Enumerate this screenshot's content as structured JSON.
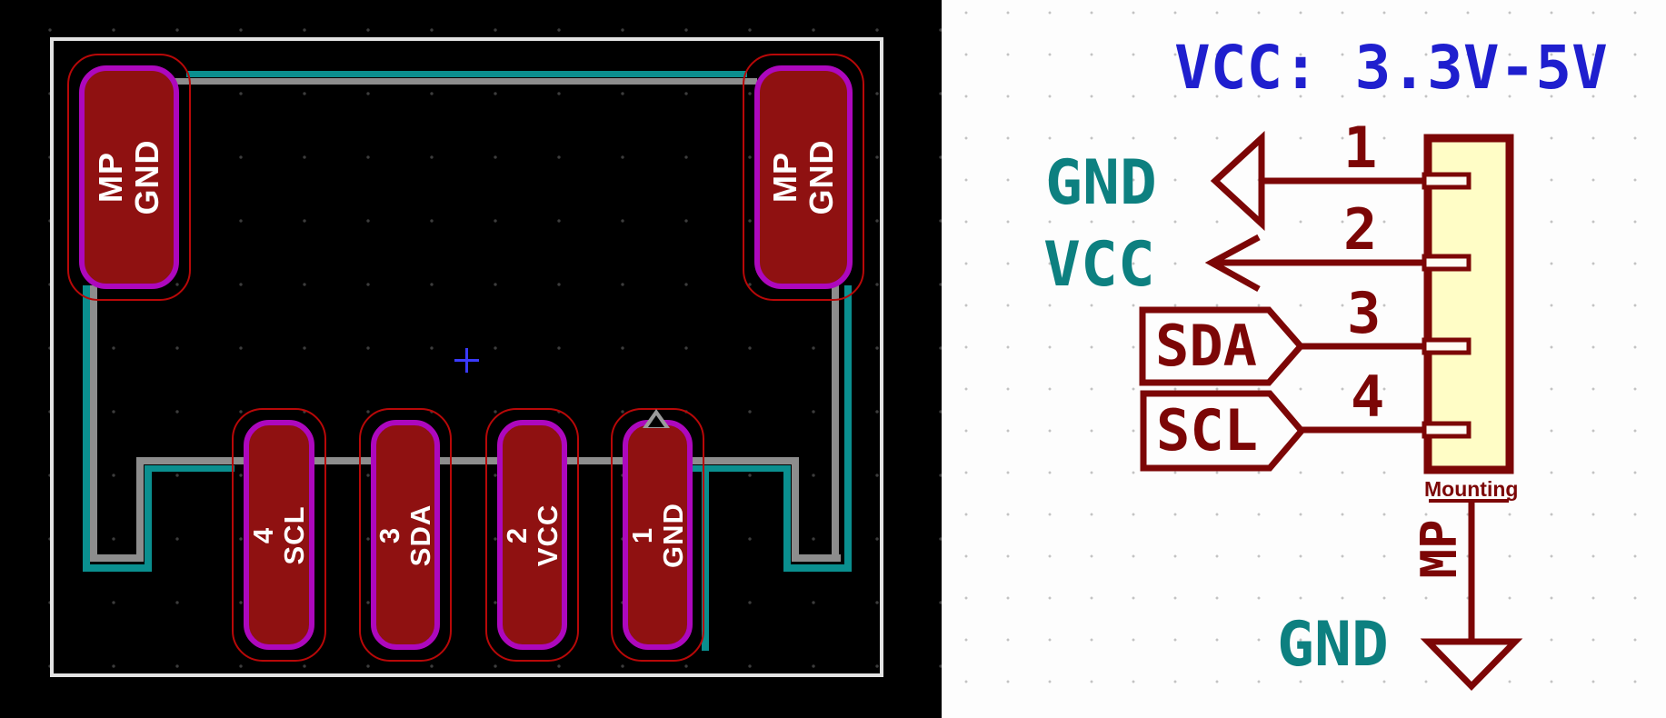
{
  "footprint": {
    "pads": [
      {
        "id": "mp-left",
        "line1": "MP",
        "line2": "GND"
      },
      {
        "id": "mp-right",
        "line1": "MP",
        "line2": "GND"
      },
      {
        "id": "pad-4",
        "line1": "4",
        "line2": "SCL"
      },
      {
        "id": "pad-3",
        "line1": "3",
        "line2": "SDA"
      },
      {
        "id": "pad-2",
        "line1": "2",
        "line2": "VCC"
      },
      {
        "id": "pad-1",
        "line1": "1",
        "line2": "GND"
      }
    ],
    "colors": {
      "background": "#000000",
      "pad_fill": "#8f1111",
      "pad_outline": "#ad08bd",
      "courtyard": "#b80808",
      "trace_gray": "#8d8d8d",
      "trace_teal": "#0a8f8f",
      "board_outline": "#e3e3e3",
      "origin_cross": "#3a3aff"
    }
  },
  "schematic": {
    "title": "VCC: 3.3V-5V",
    "net_labels": {
      "gnd_top": "GND",
      "vcc": "VCC",
      "gnd_bottom": "GND"
    },
    "hier_labels": {
      "sda": "SDA",
      "scl": "SCL"
    },
    "pin_numbers": [
      "1",
      "2",
      "3",
      "4"
    ],
    "mounting_label": "Mounting",
    "mp_pin_label": "MP",
    "colors": {
      "symbol": "#7c0606",
      "symbol_fill": "#fffdc6",
      "net_label": "#0d8080",
      "title": "#1f1fce",
      "background": "#fdfdfd"
    }
  }
}
